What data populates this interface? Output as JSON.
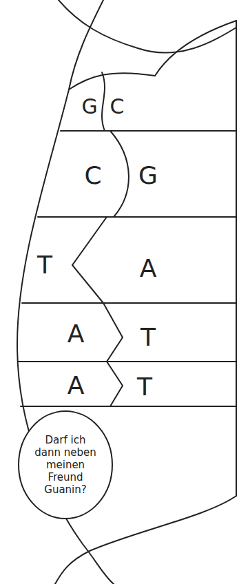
{
  "diagram": {
    "nodes": [
      {
        "text": [
          "G"
        ]
      },
      {
        "text": [
          "C"
        ]
      },
      {
        "text": [
          "C"
        ]
      },
      {
        "text": [
          "G"
        ]
      },
      {
        "text": [
          "T"
        ]
      },
      {
        "text": [
          "A"
        ]
      },
      {
        "text": [
          "A"
        ]
      },
      {
        "text": [
          "T"
        ]
      },
      {
        "text": [
          "A"
        ]
      },
      {
        "text": [
          "T"
        ]
      },
      {
        "text": [
          "Darf ich dann neben meinen Freund Guanin?"
        ]
      }
    ]
  }
}
